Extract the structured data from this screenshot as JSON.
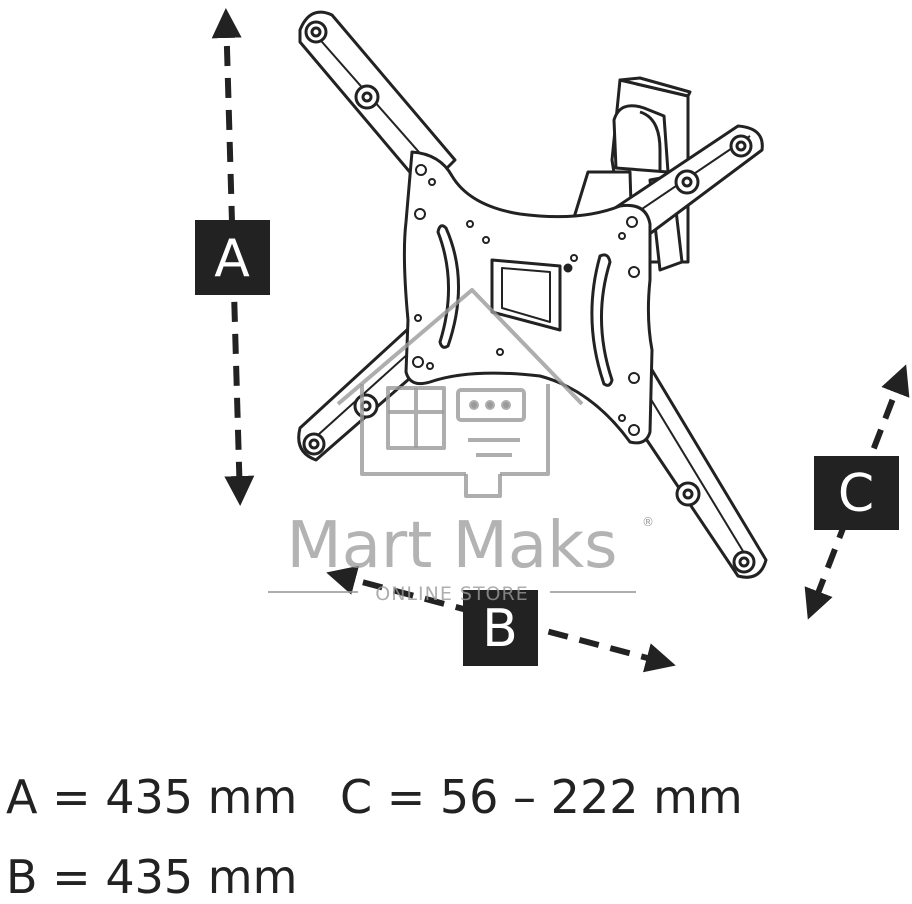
{
  "badges": {
    "a": "A",
    "b": "B",
    "c": "C"
  },
  "dimensions": [
    {
      "text": "A = 435 mm"
    },
    {
      "text": "B = 435 mm"
    },
    {
      "text": "C = 56 – 222 mm"
    }
  ],
  "watermark": {
    "name": "Mart Maks",
    "registered": "®",
    "subtitle": "ONLINE STORE"
  },
  "colors": {
    "line": "#222222",
    "badge": "#222222",
    "watermark": "#9a9a9a"
  }
}
